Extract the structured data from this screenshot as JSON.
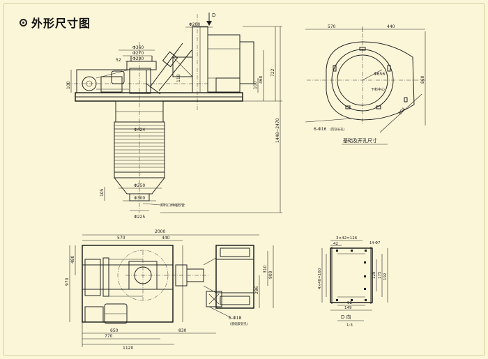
{
  "header": {
    "title": "外形尺寸图"
  },
  "front_view": {
    "label_D": "D",
    "d_phi200": "Φ200",
    "d_phi360": "Φ360",
    "d_phi270": "Φ270",
    "d_phi200b": "Φ200",
    "d_52": "52",
    "d_118": "118",
    "d_100": "100",
    "d_100b": "100",
    "d_460": "460",
    "d_722": "722",
    "d_1448": "1448~2470",
    "d_phi424": "Φ424",
    "d_phi250": "Φ250",
    "d_phi300": "Φ300",
    "d_phi225": "Φ225",
    "d_105": "105",
    "note_outlet": "卸料口伸缩软管"
  },
  "foundation_view": {
    "d_570": "570",
    "d_440": "440",
    "d_860": "860",
    "d_phi656": "Φ656",
    "d_604": "604",
    "center_label": "下料中心",
    "holes": "6-Φ16",
    "holes_note": "(贯穿长孔)",
    "caption": "基础及开孔尺寸"
  },
  "plan_view": {
    "d_2000": "2000",
    "d_570": "570",
    "d_440": "440",
    "d_480": "480",
    "d_970": "970",
    "d_900": "900",
    "d_310": "310",
    "d_286": "286",
    "d_650": "650",
    "d_770": "770",
    "d_830": "830",
    "d_1120": "1120",
    "holes": "6-Φ18",
    "holes_note": "(基础安装孔)"
  },
  "d_view": {
    "d_3x42": "3×42=126",
    "d_42": "42",
    "d_14": "14-Φ7",
    "d_4x40": "4×40=160",
    "d_192": "192",
    "d_175": "175",
    "d_128": "128",
    "d_92": "92",
    "d_149": "149",
    "caption": "D  向",
    "scale": "1:3"
  }
}
